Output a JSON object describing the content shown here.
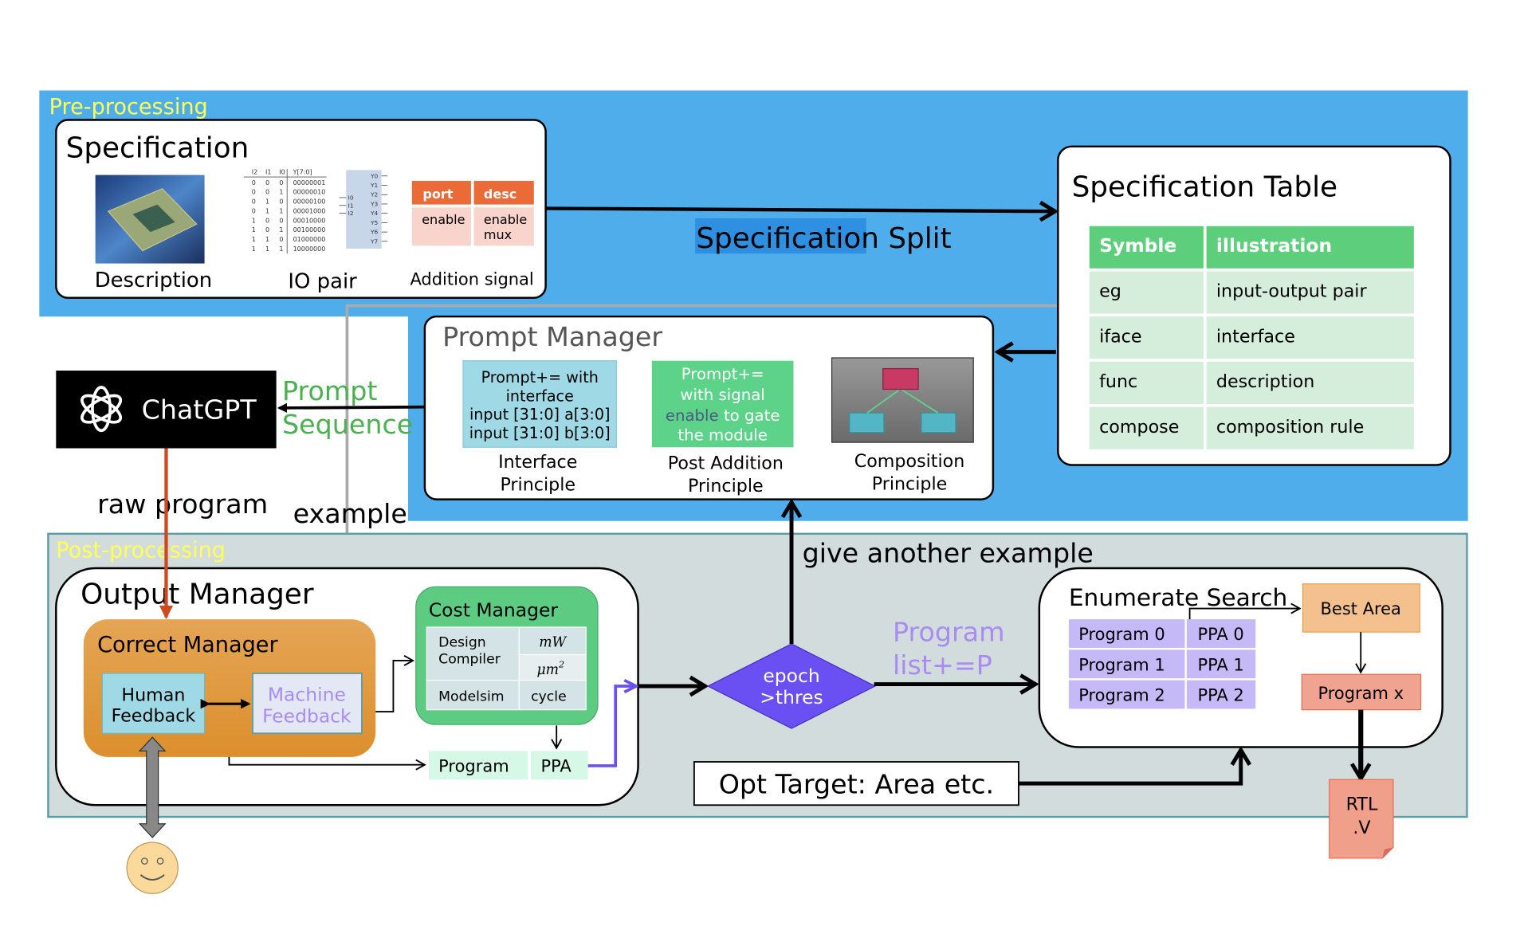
{
  "preprocessing": {
    "label": "Pre-processing",
    "specification": {
      "title": "Specification",
      "description_label": "Description",
      "io_pair_label": "IO pair",
      "addition_signal_label": "Addition signal",
      "io_table": {
        "headers": [
          "I2",
          "I1",
          "I0",
          "Y[7:0]"
        ],
        "rows": [
          [
            "0",
            "0",
            "0",
            "00000001"
          ],
          [
            "0",
            "0",
            "1",
            "00000010"
          ],
          [
            "0",
            "1",
            "0",
            "00000100"
          ],
          [
            "0",
            "1",
            "1",
            "00001000"
          ],
          [
            "1",
            "0",
            "0",
            "00010000"
          ],
          [
            "1",
            "0",
            "1",
            "00100000"
          ],
          [
            "1",
            "1",
            "0",
            "01000000"
          ],
          [
            "1",
            "1",
            "1",
            "10000000"
          ]
        ]
      },
      "decoder": {
        "inputs": [
          "I0",
          "I1",
          "I2"
        ],
        "outputs": [
          "Y0",
          "Y1",
          "Y2",
          "Y3",
          "Y4",
          "Y5",
          "Y6",
          "Y7"
        ]
      },
      "signal_table": {
        "headers": [
          "port",
          "desc"
        ],
        "row": [
          "enable",
          "enable mux"
        ]
      }
    },
    "split_label": "Specification Split",
    "spec_table": {
      "title": "Specification Table",
      "headers": [
        "Symble",
        "illustration"
      ],
      "rows": [
        [
          "eg",
          "input-output pair"
        ],
        [
          "iface",
          "interface"
        ],
        [
          "func",
          "description"
        ],
        [
          "compose",
          "composition rule"
        ]
      ]
    },
    "prompt_manager": {
      "title": "Prompt Manager",
      "interface_box": [
        "Prompt+= with",
        "interface",
        "input [31:0] a[3:0]",
        "input [31:0] b[3:0]"
      ],
      "interface_label": [
        "Interface",
        "Principle"
      ],
      "post_box": {
        "line1": "Prompt+=",
        "line2": "with signal",
        "enable_word": "enable",
        "line3_rest": " to gate",
        "line4": "the module"
      },
      "post_label": [
        "Post Addition",
        "Principle"
      ],
      "composition_label": [
        "Composition",
        "Principle"
      ]
    }
  },
  "chatgpt": {
    "label": "ChatGPT",
    "icon": "openai-logo"
  },
  "prompt_sequence": [
    "Prompt",
    "Sequence"
  ],
  "raw_program": "raw program",
  "example": "example",
  "postprocessing": {
    "label": "Post-processing",
    "output_manager": {
      "title": "Output Manager",
      "correct_manager": {
        "title": "Correct Manager",
        "human": [
          "Human",
          "Feedback"
        ],
        "machine": [
          "Machine",
          "Feedback"
        ]
      },
      "cost_manager": {
        "title": "Cost Manager",
        "design_compiler": [
          "Design",
          "Compiler"
        ],
        "units": [
          "mW",
          "μm",
          "2"
        ],
        "modelsim": "Modelsim",
        "cycle": "cycle"
      },
      "program": "Program",
      "ppa": "PPA"
    },
    "decision": [
      "epoch",
      ">thres"
    ],
    "give_another_example": "give another example",
    "program_list": [
      "Program",
      "list+=P"
    ],
    "enumerate_search": {
      "title": "Enumerate Search",
      "rows": [
        [
          "Program 0",
          "PPA 0"
        ],
        [
          "Program 1",
          "PPA 1"
        ],
        [
          "Program 2",
          "PPA 2"
        ]
      ],
      "best_area": "Best Area",
      "program_x": "Program x"
    },
    "opt_target": "Opt Target: Area etc.",
    "rtl": [
      "RTL",
      ".V"
    ]
  },
  "colors": {
    "preprocessing_bg": "#4eadea",
    "postprocessing_bg": "#d3dcdc",
    "label_yellow": "#ffff55",
    "green_accent": "#4caf50",
    "purple": "#6a4ff2",
    "lavender_text": "#a98cf2",
    "raw_program_arrow": "#cc4a22",
    "orange": "#e39b3c"
  }
}
